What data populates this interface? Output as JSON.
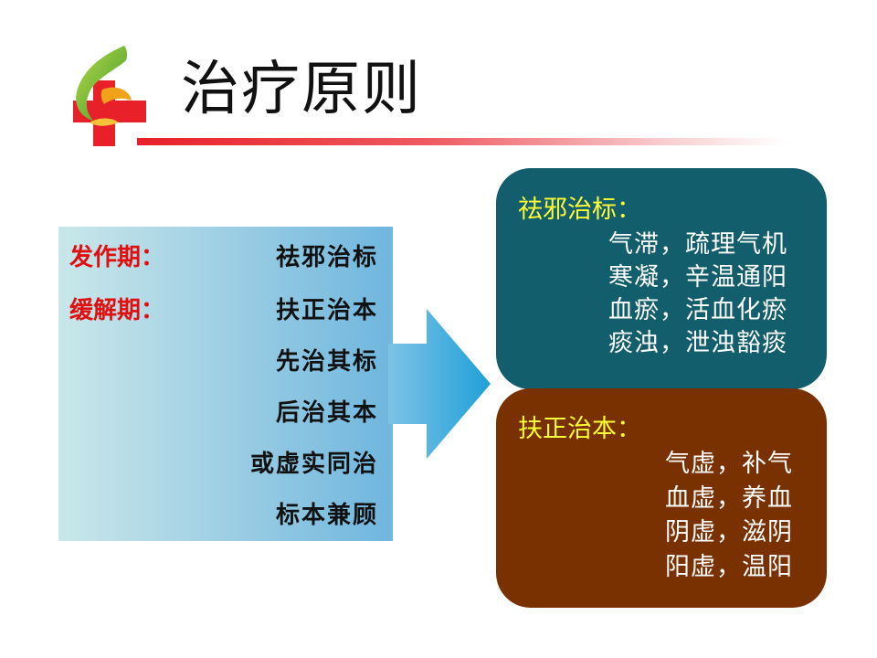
{
  "slide": {
    "title": "治疗原则",
    "colors": {
      "title_rule": "#e8202a",
      "left_box_from": "#c9e7ea",
      "left_box_to": "#6fb6de",
      "label_red": "#e01010",
      "panel_top_bg": "#135e6c",
      "panel_bottom_bg": "#7a3102",
      "panel_heading": "#ffff33",
      "arrow": "#1fa0d8"
    },
    "logo": {
      "icon": "red-cross-leaf-logo-icon"
    },
    "left": {
      "rows": [
        {
          "label": "发作期：",
          "value": "祛邪治标"
        },
        {
          "label": "缓解期：",
          "value": "扶正治本"
        },
        {
          "label": "",
          "value": "先治其标"
        },
        {
          "label": "",
          "value": "后治其本"
        },
        {
          "label": "",
          "value": "或虚实同治"
        },
        {
          "label": "",
          "value": "标本兼顾"
        }
      ]
    },
    "arrow": {
      "icon": "right-arrow-icon"
    },
    "panel_top": {
      "heading": "祛邪治标：",
      "items": [
        "气滞，疏理气机",
        "寒凝，辛温通阳",
        "血瘀，活血化瘀",
        "痰浊，泄浊豁痰"
      ]
    },
    "panel_bottom": {
      "heading": "扶正治本：",
      "items": [
        "气虚，补气",
        "血虚，养血",
        "阴虚，滋阴",
        "阳虚，温阳"
      ]
    }
  }
}
